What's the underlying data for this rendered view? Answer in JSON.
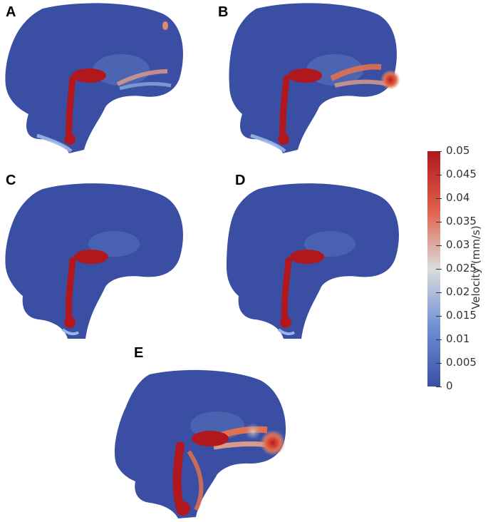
{
  "panels": [
    {
      "label": "A",
      "intensity": "low-medium"
    },
    {
      "label": "B",
      "intensity": "medium"
    },
    {
      "label": "C",
      "intensity": "low"
    },
    {
      "label": "D",
      "intensity": "low"
    },
    {
      "label": "E",
      "intensity": "high"
    }
  ],
  "colorbar": {
    "title": "Velocity (mm/s)",
    "ticks": [
      "0.05",
      "0.045",
      "0.04",
      "0.035",
      "0.03",
      "0.025",
      "0.02",
      "0.015",
      "0.01",
      "0.005",
      "0"
    ],
    "colors": {
      "low": "#3a4fa3",
      "mid": "#dcdcdc",
      "high": "#b0181e"
    }
  }
}
